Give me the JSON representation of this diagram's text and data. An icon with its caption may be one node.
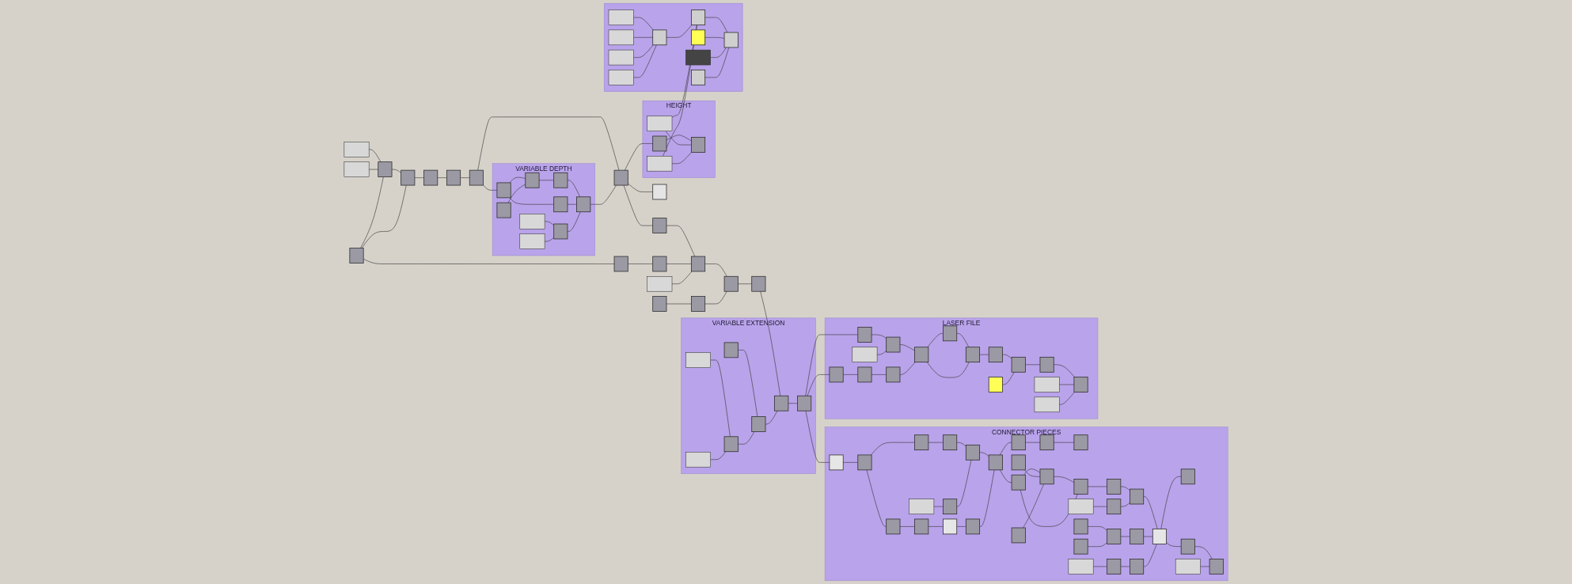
{
  "diagram": {
    "nodes": [
      {
        "text": [
          "CONNECTOR PIECES"
        ]
      },
      {
        "text": [
          "VARIABLE EXTENSION"
        ]
      },
      {
        "text": [
          "HEIGHT"
        ]
      },
      {
        "text": [
          "VARIABLE DEPTH"
        ]
      },
      {
        "text": [],
        "shape": "box"
      },
      {
        "text": [
          "LASER FILE"
        ]
      },
      {
        "text": [],
        "shape": "box"
      },
      {
        "text": [],
        "shape": "bar"
      },
      {
        "text": [],
        "shape": "bar"
      },
      {
        "text": [],
        "shape": "box"
      },
      {
        "text": [],
        "shape": "box"
      },
      {
        "text": [],
        "shape": "box"
      },
      {
        "text": [],
        "shape": "box"
      },
      {
        "text": [],
        "shape": "box"
      },
      {
        "text": [],
        "shape": "box"
      },
      {
        "text": [],
        "shape": "box"
      },
      {
        "text": [],
        "shape": "box"
      },
      {
        "text": [],
        "shape": "box"
      },
      {
        "text": [],
        "shape": "box"
      },
      {
        "text": [],
        "shape": "box"
      },
      {
        "text": [],
        "shape": "box"
      },
      {
        "text": [],
        "shape": "bar"
      },
      {
        "text": [],
        "shape": "box"
      },
      {
        "text": [],
        "shape": "box"
      },
      {
        "text": [],
        "shape": "box"
      },
      {
        "text": [],
        "shape": "box",
        "in": 1
      },
      {
        "text": [],
        "shape": "box",
        "in": 1
      },
      {
        "text": [],
        "shape": "box",
        "in": 1
      },
      {
        "text": [],
        "shape": "box",
        "in": 1
      },
      {
        "text": [],
        "shape": "bar",
        "in": 1
      },
      {
        "text": [],
        "shape": "bar",
        "in": 1
      },
      {
        "text": [],
        "shape": "box",
        "in": 1
      },
      {
        "text": [],
        "shape": "box",
        "in": 2
      },
      {
        "text": [],
        "shape": "box",
        "in": 2
      },
      {
        "text": [],
        "shape": "bar",
        "in": 2
      },
      {
        "text": [],
        "shape": "bar",
        "in": 2
      },
      {
        "text": [],
        "shape": "box",
        "in": 3
      },
      {
        "text": [],
        "shape": "box",
        "in": 3
      },
      {
        "text": [],
        "shape": "box",
        "in": 3
      },
      {
        "text": [],
        "shape": "box",
        "in": 3
      },
      {
        "text": [],
        "shape": "box",
        "in": 3
      },
      {
        "text": [],
        "shape": "box",
        "in": 3
      },
      {
        "text": [],
        "shape": "box",
        "in": 3
      },
      {
        "text": [],
        "shape": "bar",
        "in": 3
      },
      {
        "text": [],
        "shape": "bar",
        "in": 3
      },
      {
        "text": [],
        "shape": "bar",
        "in": 4
      },
      {
        "text": [],
        "shape": "bar",
        "in": 4
      },
      {
        "text": [],
        "shape": "bar",
        "in": 4
      },
      {
        "text": [],
        "shape": "bar",
        "in": 4
      },
      {
        "text": [],
        "shape": "box",
        "in": 4
      },
      {
        "text": [],
        "shape": "box",
        "in": 4
      },
      {
        "text": [],
        "shape": "box",
        "in": 4
      },
      {
        "text": [],
        "shape": "box",
        "in": 4
      },
      {
        "text": [],
        "shape": "bar",
        "in": 4
      },
      {
        "text": [],
        "shape": "box",
        "in": 4
      },
      {
        "text": [],
        "shape": "box",
        "in": 0
      },
      {
        "text": [],
        "shape": "box",
        "in": 0
      },
      {
        "text": [],
        "shape": "box",
        "in": 0
      },
      {
        "text": [],
        "shape": "bar",
        "in": 0
      },
      {
        "text": [],
        "shape": "box",
        "in": 0
      },
      {
        "text": [],
        "shape": "box",
        "in": 0
      },
      {
        "text": [],
        "shape": "box",
        "in": 0
      },
      {
        "text": [],
        "shape": "box",
        "in": 0
      },
      {
        "text": [],
        "shape": "box",
        "in": 0
      },
      {
        "text": [],
        "shape": "box",
        "in": 0
      },
      {
        "text": [],
        "shape": "box",
        "in": 0
      },
      {
        "text": [],
        "shape": "box",
        "in": 0
      },
      {
        "text": [],
        "shape": "box",
        "in": 0
      },
      {
        "text": [],
        "shape": "box",
        "in": 0
      },
      {
        "text": [],
        "shape": "box",
        "in": 0
      },
      {
        "text": [],
        "shape": "box",
        "in": 0
      },
      {
        "text": [],
        "shape": "box",
        "in": 0
      },
      {
        "text": [],
        "shape": "box",
        "in": 0
      },
      {
        "text": [],
        "shape": "box",
        "in": 0
      },
      {
        "text": [],
        "shape": "box",
        "in": 0
      },
      {
        "text": [],
        "shape": "box",
        "in": 0
      },
      {
        "text": [],
        "shape": "bar",
        "in": 0
      },
      {
        "text": [],
        "shape": "box",
        "in": 0
      },
      {
        "text": [],
        "shape": "box",
        "in": 0
      },
      {
        "text": [],
        "shape": "box",
        "in": 0
      },
      {
        "text": [],
        "shape": "box",
        "in": 0
      },
      {
        "text": [],
        "shape": "box",
        "in": 0
      },
      {
        "text": [],
        "shape": "box",
        "in": 0
      },
      {
        "text": [],
        "shape": "box",
        "in": 0
      },
      {
        "text": [],
        "shape": "box",
        "in": 0
      },
      {
        "text": [],
        "shape": "box",
        "in": 0
      },
      {
        "text": [],
        "shape": "box",
        "in": 0
      },
      {
        "text": [],
        "shape": "bar",
        "in": 0
      },
      {
        "text": [],
        "shape": "box",
        "in": 0
      },
      {
        "text": [],
        "shape": "bar",
        "in": 0
      },
      {
        "text": [],
        "shape": "box",
        "in": 0
      },
      {
        "text": [],
        "shape": "box",
        "in": 5
      },
      {
        "text": [],
        "shape": "box",
        "in": 5
      },
      {
        "text": [],
        "shape": "box",
        "in": 5
      },
      {
        "text": [],
        "shape": "bar",
        "in": 5
      },
      {
        "text": [],
        "shape": "box",
        "in": 5
      },
      {
        "text": [],
        "shape": "box",
        "in": 5
      },
      {
        "text": [],
        "shape": "box",
        "in": 5
      },
      {
        "text": [],
        "shape": "box",
        "in": 5
      },
      {
        "text": [],
        "shape": "box",
        "in": 5
      },
      {
        "text": [],
        "shape": "box",
        "in": 5
      },
      {
        "text": [],
        "shape": "box",
        "in": 5
      },
      {
        "text": [],
        "shape": "box",
        "in": 5
      },
      {
        "text": [],
        "shape": "box",
        "in": 5
      },
      {
        "text": [],
        "shape": "bar",
        "in": 5
      },
      {
        "text": [],
        "shape": "bar",
        "in": 5
      },
      {
        "text": [],
        "shape": "box",
        "in": 5
      }
    ],
    "edges": [
      {
        "from": 7,
        "to": 9,
        "arrow": "none"
      },
      {
        "from": 8,
        "to": 9,
        "arrow": "none"
      },
      {
        "from": 6,
        "to": 9,
        "arrow": "none"
      },
      {
        "from": 9,
        "to": 10,
        "arrow": "none"
      },
      {
        "from": 6,
        "to": 10,
        "arrow": "none"
      },
      {
        "from": 10,
        "to": 11,
        "arrow": "none"
      },
      {
        "from": 11,
        "to": 12,
        "arrow": "none"
      },
      {
        "from": 12,
        "to": 13,
        "arrow": "none"
      },
      {
        "from": 13,
        "to": 14,
        "arrow": "none"
      },
      {
        "from": 14,
        "to": 15,
        "arrow": "none"
      },
      {
        "from": 15,
        "to": 16,
        "arrow": "none"
      },
      {
        "from": 16,
        "to": 17,
        "arrow": "none"
      },
      {
        "from": 17,
        "to": 18,
        "arrow": "none"
      },
      {
        "from": 6,
        "to": 19,
        "arrow": "none"
      },
      {
        "from": 19,
        "to": 20,
        "arrow": "none"
      },
      {
        "from": 20,
        "to": 16,
        "arrow": "none"
      },
      {
        "from": 14,
        "to": 24,
        "arrow": "none"
      },
      {
        "from": 21,
        "to": 16,
        "arrow": "none"
      },
      {
        "from": 23,
        "to": 22,
        "arrow": "none"
      },
      {
        "from": 22,
        "to": 17,
        "arrow": "none"
      },
      {
        "from": 18,
        "to": 25,
        "arrow": "none"
      },
      {
        "from": 25,
        "to": 26,
        "arrow": "none"
      },
      {
        "from": 27,
        "to": 28,
        "arrow": "none"
      },
      {
        "from": 29,
        "to": 31,
        "arrow": "none"
      },
      {
        "from": 30,
        "to": 31,
        "arrow": "none"
      },
      {
        "from": 31,
        "to": 28,
        "arrow": "none"
      },
      {
        "from": 28,
        "to": 25,
        "arrow": "none"
      },
      {
        "from": 14,
        "to": 32,
        "arrow": "none"
      },
      {
        "from": 32,
        "to": 33,
        "arrow": "none"
      },
      {
        "from": 34,
        "to": 33,
        "arrow": "none"
      },
      {
        "from": 35,
        "to": 33,
        "arrow": "none"
      },
      {
        "from": 13,
        "to": 36,
        "arrow": "none"
      },
      {
        "from": 36,
        "to": 37,
        "arrow": "none"
      },
      {
        "from": 36,
        "to": 39,
        "arrow": "none"
      },
      {
        "from": 38,
        "to": 39,
        "arrow": "none"
      },
      {
        "from": 39,
        "to": 40,
        "arrow": "none"
      },
      {
        "from": 40,
        "to": 41,
        "arrow": "none"
      },
      {
        "from": 37,
        "to": 41,
        "arrow": "none"
      },
      {
        "from": 42,
        "to": 41,
        "arrow": "none"
      },
      {
        "from": 43,
        "to": 42,
        "arrow": "none"
      },
      {
        "from": 44,
        "to": 42,
        "arrow": "none"
      },
      {
        "from": 41,
        "to": 14,
        "arrow": "none"
      },
      {
        "from": 45,
        "to": 49,
        "arrow": "none"
      },
      {
        "from": 46,
        "to": 49,
        "arrow": "none"
      },
      {
        "from": 47,
        "to": 49,
        "arrow": "none"
      },
      {
        "from": 48,
        "to": 49,
        "arrow": "none"
      },
      {
        "from": 49,
        "to": 50,
        "arrow": "none"
      },
      {
        "from": 50,
        "to": 52,
        "arrow": "none"
      },
      {
        "from": 51,
        "to": 52,
        "arrow": "none"
      },
      {
        "from": 53,
        "to": 52,
        "arrow": "none"
      },
      {
        "from": 54,
        "to": 52,
        "arrow": "none"
      },
      {
        "from": 34,
        "to": 50,
        "arrow": "none"
      },
      {
        "from": 35,
        "to": 50,
        "arrow": "none"
      },
      {
        "from": 26,
        "to": 55,
        "arrow": "none"
      },
      {
        "from": 55,
        "to": 56,
        "arrow": "none"
      },
      {
        "from": 56,
        "to": 57,
        "arrow": "none"
      },
      {
        "from": 57,
        "to": 59,
        "arrow": "none"
      },
      {
        "from": 59,
        "to": 61,
        "arrow": "none"
      },
      {
        "from": 58,
        "to": 60,
        "arrow": "none"
      },
      {
        "from": 60,
        "to": 61,
        "arrow": "none"
      },
      {
        "from": 61,
        "to": 63,
        "arrow": "none"
      },
      {
        "from": 56,
        "to": 64,
        "arrow": "none"
      },
      {
        "from": 64,
        "to": 65,
        "arrow": "none"
      },
      {
        "from": 65,
        "to": 66,
        "arrow": "none"
      },
      {
        "from": 66,
        "to": 62,
        "arrow": "none"
      },
      {
        "from": 62,
        "to": 63,
        "arrow": "none"
      },
      {
        "from": 63,
        "to": 67,
        "arrow": "none"
      },
      {
        "from": 63,
        "to": 70,
        "arrow": "none"
      },
      {
        "from": 67,
        "to": 68,
        "arrow": "none"
      },
      {
        "from": 68,
        "to": 69,
        "arrow": "none"
      },
      {
        "from": 70,
        "to": 73,
        "arrow": "none"
      },
      {
        "from": 71,
        "to": 73,
        "arrow": "none"
      },
      {
        "from": 72,
        "to": 73,
        "arrow": "none"
      },
      {
        "from": 73,
        "to": 74,
        "arrow": "none"
      },
      {
        "from": 70,
        "to": 74,
        "arrow": "none"
      },
      {
        "from": 74,
        "to": 75,
        "arrow": "none"
      },
      {
        "from": 75,
        "to": 78,
        "arrow": "none"
      },
      {
        "from": 76,
        "to": 77,
        "arrow": "none"
      },
      {
        "from": 77,
        "to": 78,
        "arrow": "none"
      },
      {
        "from": 78,
        "to": 83,
        "arrow": "none"
      },
      {
        "from": 79,
        "to": 81,
        "arrow": "none"
      },
      {
        "from": 80,
        "to": 81,
        "arrow": "none"
      },
      {
        "from": 81,
        "to": 82,
        "arrow": "none"
      },
      {
        "from": 82,
        "to": 83,
        "arrow": "none"
      },
      {
        "from": 83,
        "to": 84,
        "arrow": "none"
      },
      {
        "from": 83,
        "to": 85,
        "arrow": "none"
      },
      {
        "from": 85,
        "to": 86,
        "arrow": "none"
      },
      {
        "from": 87,
        "to": 86,
        "arrow": "none"
      },
      {
        "from": 89,
        "to": 90,
        "arrow": "none"
      },
      {
        "from": 90,
        "to": 88,
        "arrow": "none"
      },
      {
        "from": 88,
        "to": 83,
        "arrow": "none"
      },
      {
        "from": 26,
        "to": 91,
        "arrow": "none"
      },
      {
        "from": 26,
        "to": 92,
        "arrow": "none"
      },
      {
        "from": 91,
        "to": 95,
        "arrow": "none"
      },
      {
        "from": 92,
        "to": 93,
        "arrow": "none"
      },
      {
        "from": 94,
        "to": 93,
        "arrow": "none"
      },
      {
        "from": 93,
        "to": 97,
        "arrow": "none"
      },
      {
        "from": 95,
        "to": 96,
        "arrow": "none"
      },
      {
        "from": 96,
        "to": 97,
        "arrow": "none"
      },
      {
        "from": 97,
        "to": 98,
        "arrow": "none"
      },
      {
        "from": 98,
        "to": 99,
        "arrow": "none"
      },
      {
        "from": 97,
        "to": 99,
        "arrow": "none"
      },
      {
        "from": 99,
        "to": 100,
        "arrow": "none"
      },
      {
        "from": 100,
        "to": 101,
        "arrow": "none"
      },
      {
        "from": 103,
        "to": 101,
        "arrow": "none"
      },
      {
        "from": 101,
        "to": 102,
        "arrow": "none"
      },
      {
        "from": 102,
        "to": 106,
        "arrow": "none"
      },
      {
        "from": 104,
        "to": 106,
        "arrow": "none"
      },
      {
        "from": 105,
        "to": 106,
        "arrow": "none"
      }
    ]
  }
}
